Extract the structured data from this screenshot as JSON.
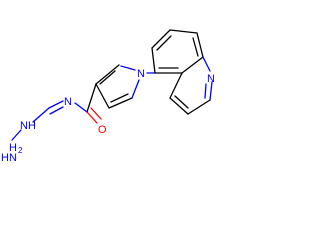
{
  "molecule": {
    "atoms": {
      "pyrrole_n": "N",
      "quinoline_n": "N",
      "amide_n": "N",
      "carbonyl_o": "O",
      "imine_nh": "NH",
      "hydrazine_n_h": "H",
      "hydrazine_n": "N",
      "hydrazine_h2": "H",
      "hydrazine_h2_sub": "2"
    },
    "colors": {
      "carbon": "#000000",
      "nitrogen": "#0000ff",
      "oxygen": "#ff0000"
    }
  }
}
